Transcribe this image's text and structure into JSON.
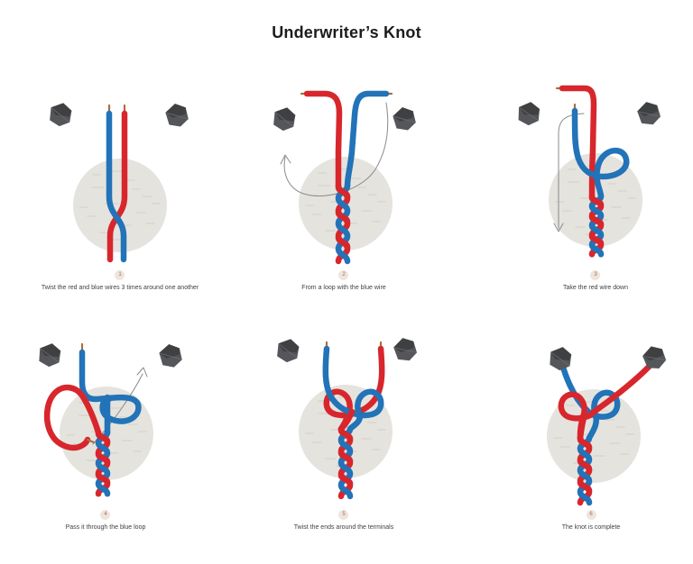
{
  "title": "Underwriter’s Knot",
  "steps": [
    {
      "num": "1",
      "caption": "Twist the red and blue wires 3 times around one another"
    },
    {
      "num": "2",
      "caption": "From a loop with the blue wire"
    },
    {
      "num": "3",
      "caption": "Take the red wire down"
    },
    {
      "num": "4",
      "caption": "Pass it through the blue loop"
    },
    {
      "num": "5",
      "caption": "Twist the ends around the terminals"
    },
    {
      "num": "6",
      "caption": "The knot is complete"
    }
  ],
  "colors": {
    "red": "#d8262d",
    "blue": "#2273b8",
    "copper": "#a9713d",
    "nut": "#55565a",
    "nut_dark": "#3f4042",
    "nut_edge": "#6b6c70",
    "disc": "#e5e3de",
    "disc_tick": "#d6d2cb",
    "arrow": "#8a8a8a",
    "badge_bg": "#ece6de",
    "badge_text": "#b5684d"
  }
}
